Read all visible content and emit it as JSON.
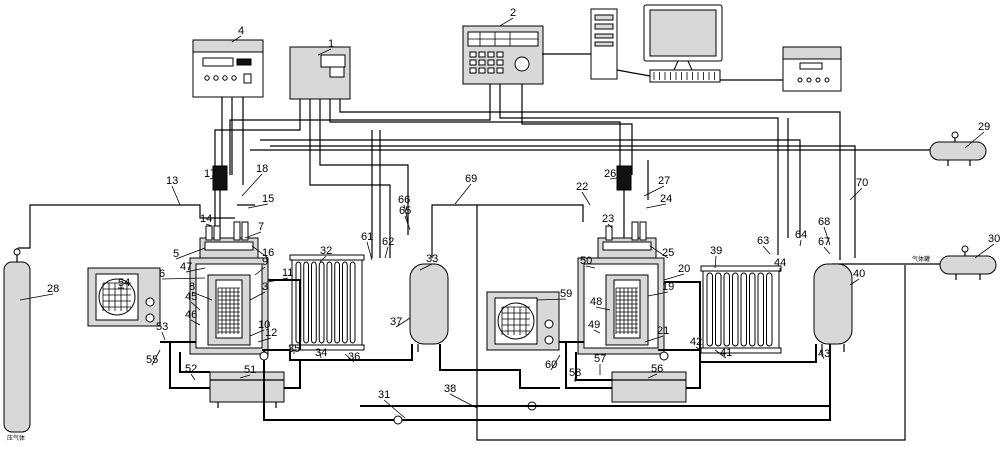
{
  "labels": [
    "1",
    "2",
    "3",
    "4",
    "5",
    "6",
    "7",
    "8",
    "9",
    "10",
    "11",
    "12",
    "13",
    "14",
    "15",
    "16",
    "17",
    "18",
    "19",
    "20",
    "21",
    "22",
    "23",
    "24",
    "25",
    "26",
    "27",
    "28",
    "29",
    "30",
    "31",
    "32",
    "33",
    "34",
    "35",
    "36",
    "37",
    "38",
    "39",
    "40",
    "41",
    "42",
    "43",
    "44",
    "45",
    "46",
    "47",
    "48",
    "49",
    "50",
    "51",
    "52",
    "53",
    "54",
    "55",
    "56",
    "57",
    "58",
    "59",
    "60",
    "61",
    "62",
    "63",
    "64",
    "65",
    "66",
    "67",
    "68",
    "69",
    "70"
  ],
  "cylinder_tag": "压气体",
  "tank_tag": "气体罐"
}
